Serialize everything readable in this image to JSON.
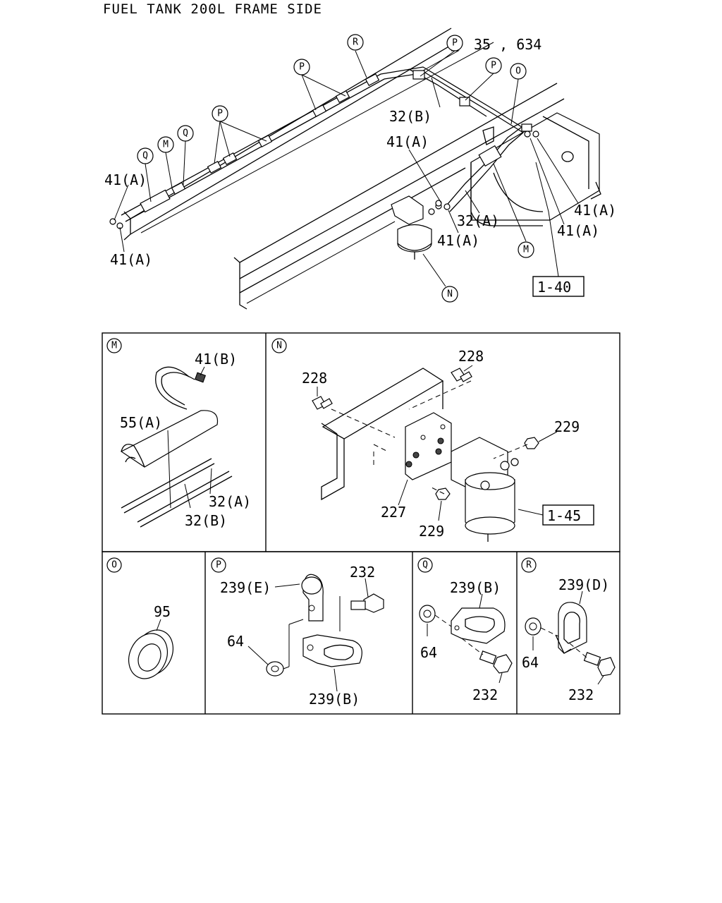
{
  "title": "FUEL TANK 200L FRAME SIDE",
  "main_callouts": {
    "r": "R",
    "p1": "P",
    "p2": "P",
    "p3": "P",
    "p4": "P",
    "o1": "O",
    "q1": "Q",
    "m1": "M",
    "q2": "Q",
    "m2": "M",
    "n1": "N"
  },
  "main_labels": {
    "l_35_634": "35 , 634",
    "l_32b": "32(B)",
    "l_41a_1": "41(A)",
    "l_41a_2": "41(A)",
    "l_41a_3": "41(A)",
    "l_41a_4": "41(A)",
    "l_41a_5": "41(A)",
    "l_41a_6": "41(A)",
    "l_32a": "32(A)",
    "l_1_40": "1-40"
  },
  "panels": {
    "m": {
      "key": "M",
      "labels": [
        "41(B)",
        "55(A)",
        "32(A)",
        "32(B)"
      ]
    },
    "n": {
      "key": "N",
      "labels": [
        "228",
        "228",
        "229",
        "227",
        "229",
        "1-45"
      ]
    },
    "o": {
      "key": "O",
      "labels": [
        "95"
      ]
    },
    "p": {
      "key": "P",
      "labels": [
        "239(E)",
        "232",
        "64",
        "239(B)"
      ]
    },
    "q": {
      "key": "Q",
      "labels": [
        "239(B)",
        "64",
        "232"
      ]
    },
    "r": {
      "key": "R",
      "labels": [
        "239(D)",
        "64",
        "232"
      ]
    }
  }
}
